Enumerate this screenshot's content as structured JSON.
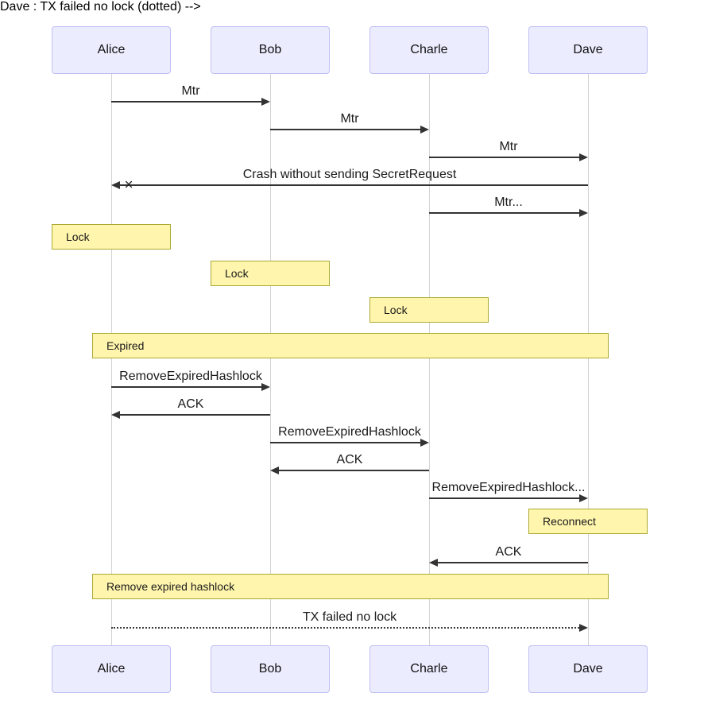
{
  "diagram_type": "sequence-diagram",
  "colors": {
    "actor_fill": "#ECECFF",
    "actor_border": "#BFBFF3",
    "note_fill": "#FFF5AD",
    "note_border": "#AAAA33",
    "message_line": "#333333",
    "lifeline": "#D2D2D2",
    "background": "#FFFFFF"
  },
  "actors": [
    {
      "name": "Alice"
    },
    {
      "name": "Bob"
    },
    {
      "name": "Charle"
    },
    {
      "name": "Dave"
    }
  ],
  "messages": [
    {
      "from": "Alice",
      "to": "Bob",
      "label": "Mtr",
      "line": "solid",
      "lost": false
    },
    {
      "from": "Bob",
      "to": "Charle",
      "label": "Mtr",
      "line": "solid",
      "lost": false
    },
    {
      "from": "Charle",
      "to": "Dave",
      "label": "Mtr",
      "line": "solid",
      "lost": false
    },
    {
      "from": "Dave",
      "to": "Alice",
      "label": "Crash without sending SecretRequest",
      "line": "solid",
      "lost": true
    },
    {
      "from": "Charle",
      "to": "Dave",
      "label": "Mtr...",
      "line": "solid",
      "lost": false
    },
    {
      "from": "Alice",
      "to": "Bob",
      "label": "RemoveExpiredHashlock",
      "line": "solid",
      "lost": false
    },
    {
      "from": "Bob",
      "to": "Alice",
      "label": "ACK",
      "line": "solid",
      "lost": false
    },
    {
      "from": "Bob",
      "to": "Charle",
      "label": "RemoveExpiredHashlock",
      "line": "solid",
      "lost": false
    },
    {
      "from": "Charle",
      "to": "Bob",
      "label": "ACK",
      "line": "solid",
      "lost": false
    },
    {
      "from": "Charle",
      "to": "Dave",
      "label": "RemoveExpiredHashlock...",
      "line": "solid",
      "lost": false
    },
    {
      "from": "Dave",
      "to": "Charle",
      "label": "ACK",
      "line": "solid",
      "lost": false
    },
    {
      "from": "Alice",
      "to": "Dave",
      "label": "TX failed no lock",
      "line": "dotted",
      "lost": false
    }
  ],
  "notes": [
    {
      "over": "Alice",
      "label": "Lock"
    },
    {
      "over": "Bob",
      "label": "Lock"
    },
    {
      "over": "Charle",
      "label": "Lock"
    },
    {
      "over": "Alice,Dave",
      "label": "Expired"
    },
    {
      "over": "Dave",
      "label": "Reconnect"
    },
    {
      "over": "Alice,Dave",
      "label": "Remove expired hashlock"
    }
  ],
  "icons": {
    "lost_marker": "×"
  }
}
